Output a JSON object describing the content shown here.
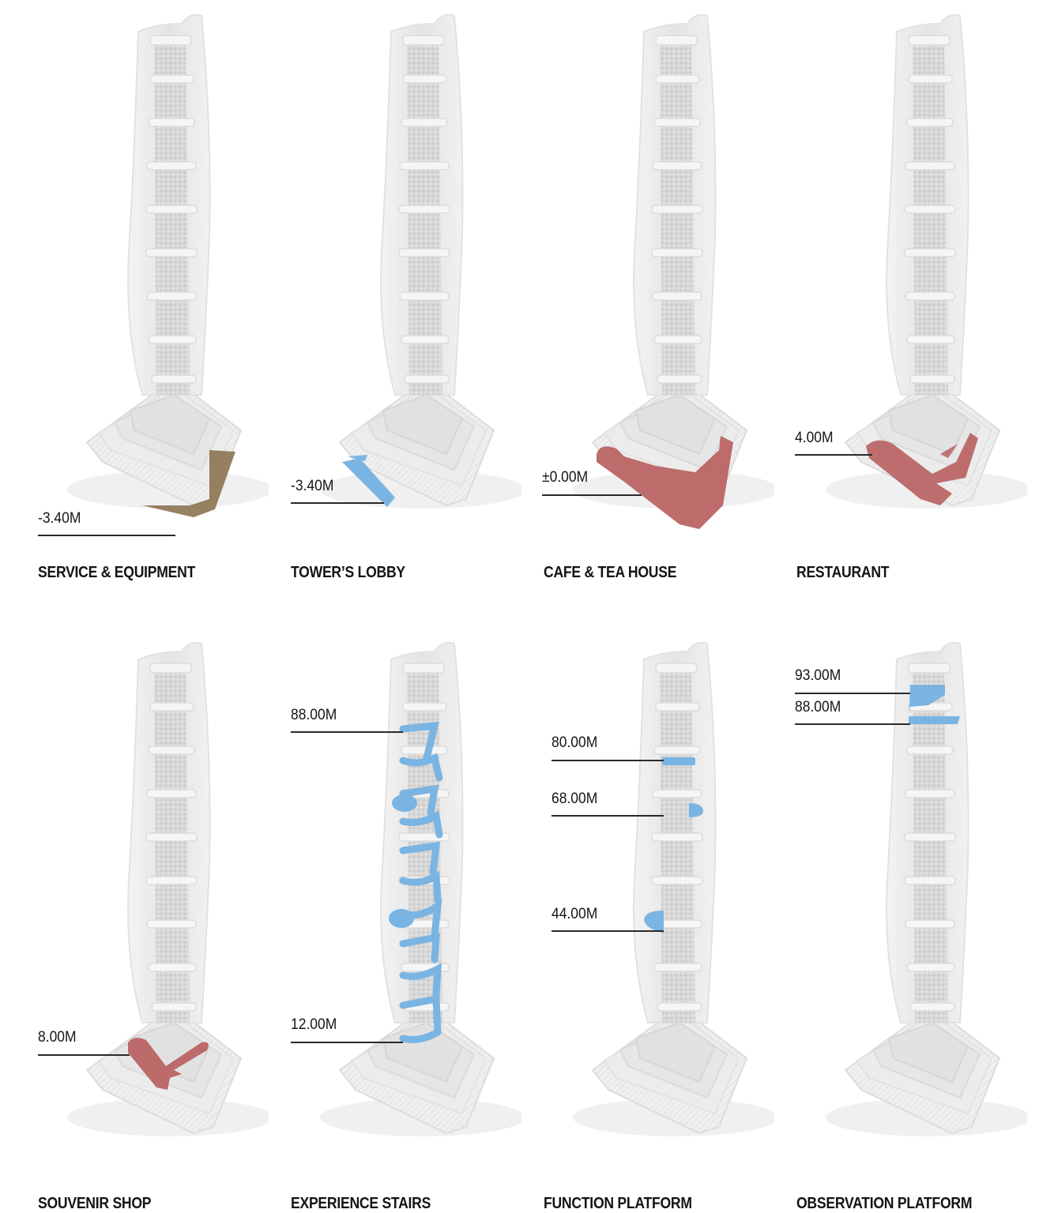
{
  "diagram": {
    "type": "program-distribution-tower-diagram",
    "colors": {
      "service": "#8c7352",
      "circulation": "#7ab4e2",
      "commercial": "#b85f5f",
      "tower_shell": "#e9e9e9",
      "tower_core": "#c9c9c9",
      "leader_line": "#2a2a2a"
    },
    "panels": [
      {
        "caption": "SERVICE & EQUIPMENT",
        "highlight": "service",
        "levels": [
          {
            "label": "-3.40M"
          }
        ]
      },
      {
        "caption": "TOWER’S LOBBY",
        "highlight": "circulation",
        "levels": [
          {
            "label": "-3.40M"
          }
        ]
      },
      {
        "caption": "CAFE & TEA HOUSE",
        "highlight": "commercial",
        "levels": [
          {
            "label": "±0.00M"
          }
        ]
      },
      {
        "caption": "RESTAURANT",
        "highlight": "commercial",
        "levels": [
          {
            "label": "4.00M"
          }
        ]
      },
      {
        "caption": "SOUVENIR SHOP",
        "highlight": "commercial",
        "levels": [
          {
            "label": "8.00M"
          }
        ]
      },
      {
        "caption": "EXPERIENCE STAIRS",
        "highlight": "circulation",
        "levels": [
          {
            "label": "88.00M"
          },
          {
            "label": "12.00M"
          }
        ]
      },
      {
        "caption": "FUNCTION PLATFORM",
        "highlight": "circulation",
        "levels": [
          {
            "label": "80.00M"
          },
          {
            "label": "68.00M"
          },
          {
            "label": "44.00M"
          }
        ]
      },
      {
        "caption": "OBSERVATION PLATFORM",
        "highlight": "circulation",
        "levels": [
          {
            "label": "93.00M"
          },
          {
            "label": "88.00M"
          }
        ]
      }
    ]
  }
}
